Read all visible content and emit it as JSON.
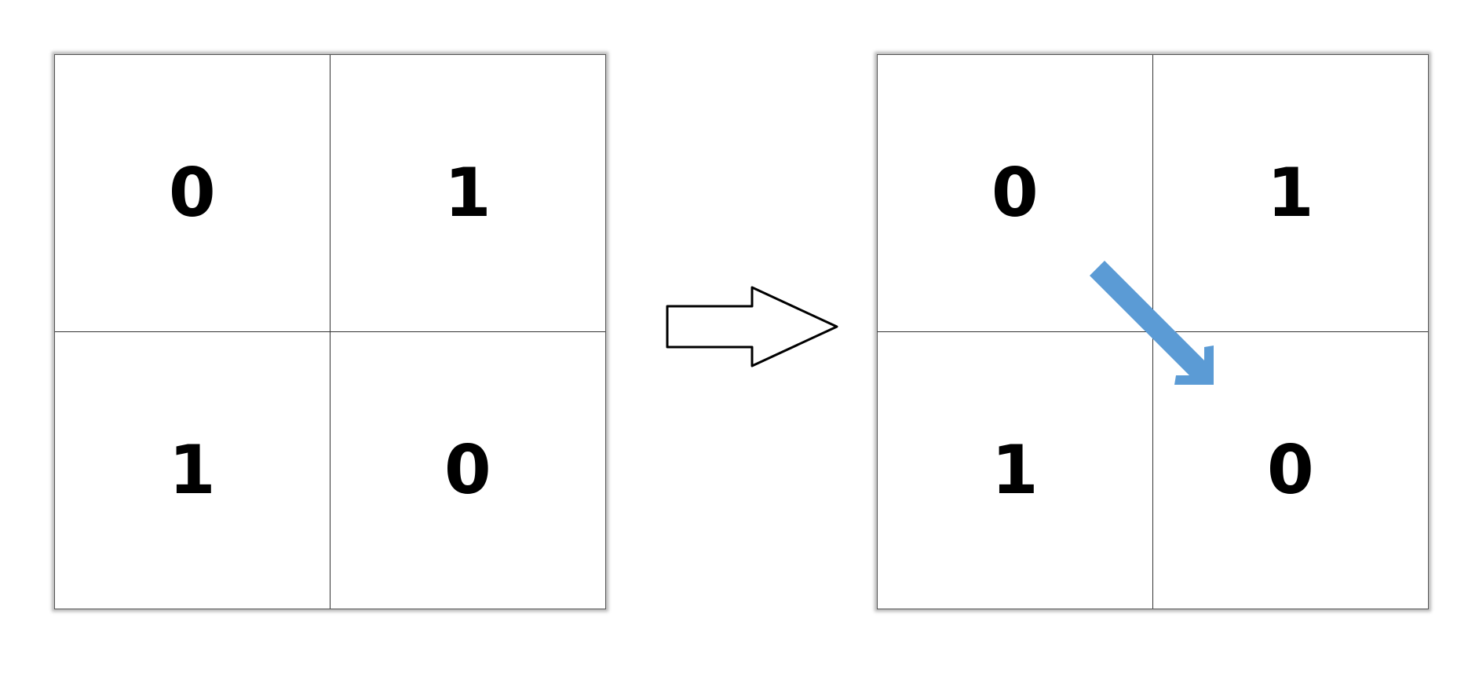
{
  "left_grid": {
    "cells": [
      "0",
      "1",
      "1",
      "0"
    ]
  },
  "right_grid": {
    "cells": [
      "0",
      "1",
      "1",
      "0"
    ]
  },
  "colors": {
    "diagonal_arrow": "#5b9bd5",
    "grid_border": "#555555",
    "text": "#000000"
  },
  "icons": {
    "transition_arrow": "right-arrow-outline-icon",
    "diagonal_arrow": "diagonal-down-right-arrow-icon"
  }
}
